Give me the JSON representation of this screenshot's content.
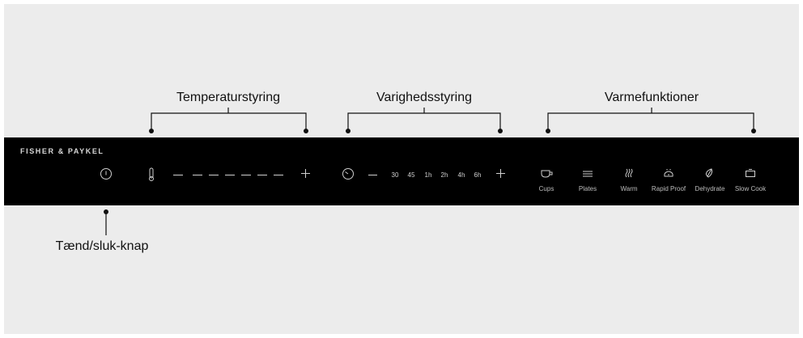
{
  "callouts": {
    "temperature": "Temperaturstyring",
    "duration": "Varighedsstyring",
    "heat_functions": "Varmefunktioner",
    "power": "Tænd/sluk-knap"
  },
  "panel": {
    "brand": "FISHER & PAYKEL",
    "durations": [
      "30",
      "45",
      "1h",
      "2h",
      "4h",
      "6h"
    ],
    "functions": [
      {
        "label": "Cups",
        "icon": "cups-icon"
      },
      {
        "label": "Plates",
        "icon": "plates-icon"
      },
      {
        "label": "Warm",
        "icon": "warm-icon"
      },
      {
        "label": "Rapid Proof",
        "icon": "rapid-proof-icon"
      },
      {
        "label": "Dehydrate",
        "icon": "dehydrate-icon"
      },
      {
        "label": "Slow Cook",
        "icon": "slow-cook-icon"
      }
    ]
  },
  "colors": {
    "panel": "#000000",
    "background": "#ececec",
    "leader_lines": "#111111",
    "panel_text": "#cfcfcf"
  }
}
